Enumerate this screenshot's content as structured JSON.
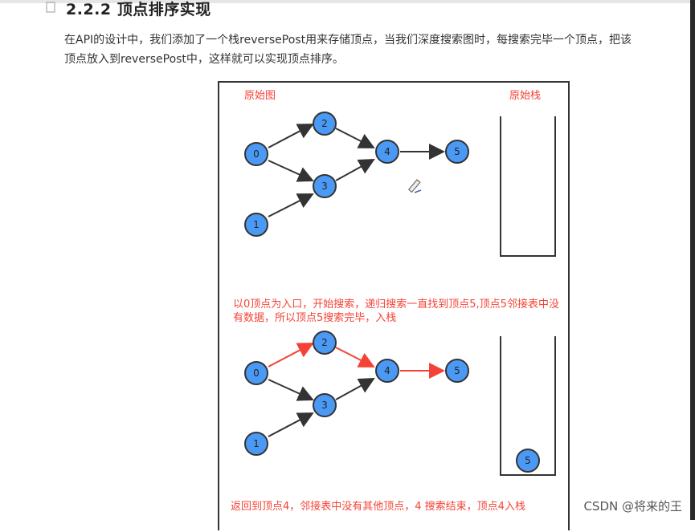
{
  "heading": "2.2.2 顶点排序实现",
  "paragraph": "在API的设计中，我们添加了一个栈reversePost用来存储顶点，当我们深度搜索图时，每搜索完毕一个顶点，把该顶点放入到reversePost中，这样就可以实现顶点排序。",
  "figure": {
    "label_graph": "原始图",
    "label_stack": "原始栈",
    "caption_1": "以0顶点为入口，开始搜索，递归搜索一直找到顶点5,顶点5邻接表中没有数据，所以顶点5搜索完毕，入栈",
    "caption_2": "返回到顶点4，邻接表中没有其他顶点，4 搜索结束，顶点4入栈",
    "graph1": {
      "n0": "0",
      "n1": "1",
      "n2": "2",
      "n3": "3",
      "n4": "4",
      "n5": "5"
    },
    "graph2": {
      "n0": "0",
      "n1": "1",
      "n2": "2",
      "n3": "3",
      "n4": "4",
      "n5": "5"
    },
    "stack2_item": "5"
  },
  "watermark": "CSDN @将来的王",
  "colors": {
    "node": "#4a9af5",
    "highlight": "#f44336",
    "edge": "#333333"
  }
}
